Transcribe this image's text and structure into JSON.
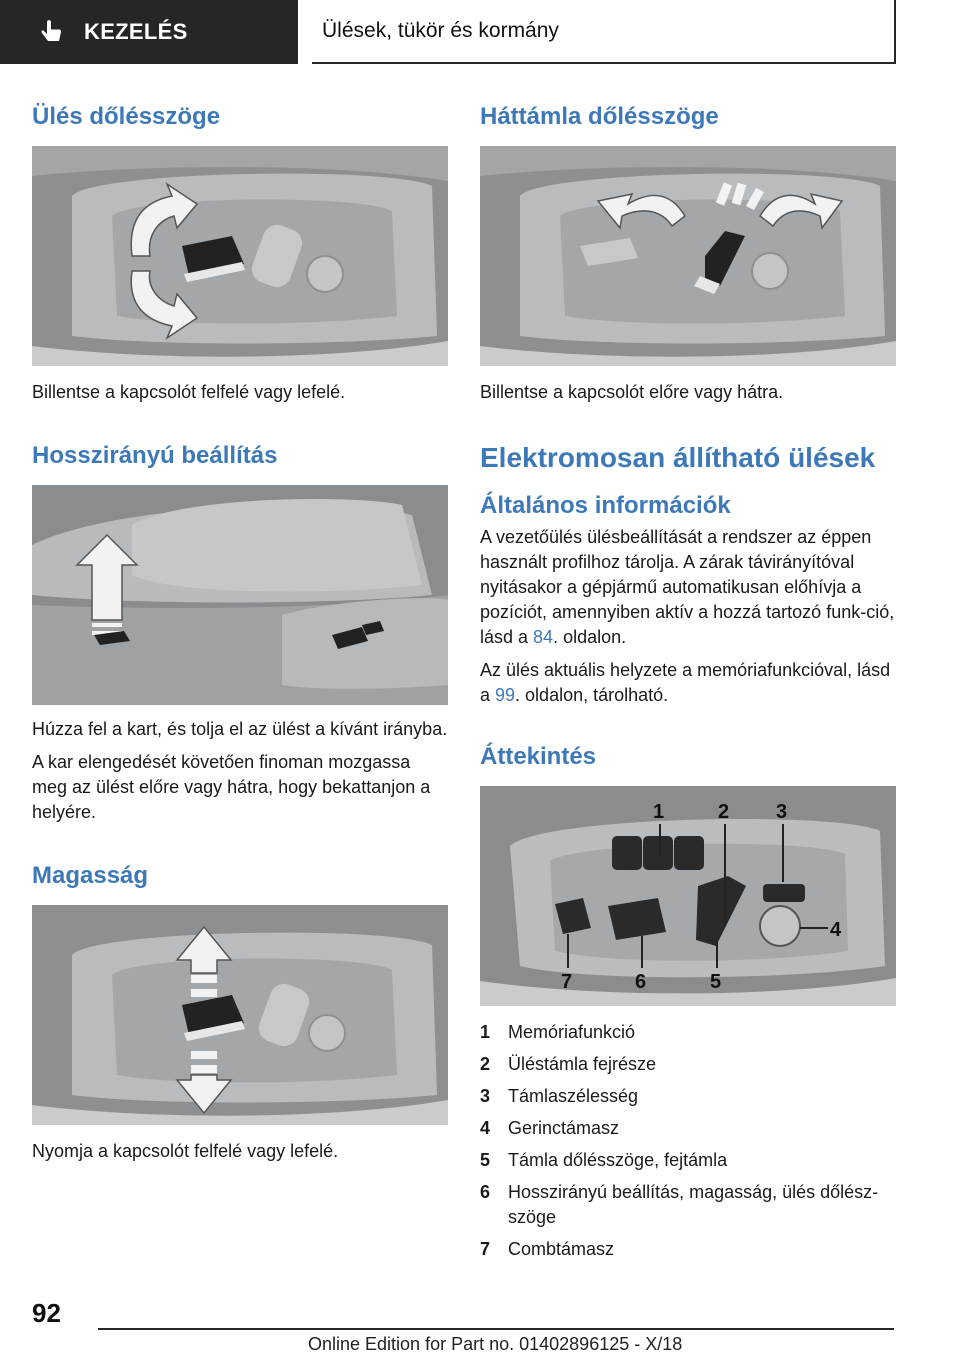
{
  "header": {
    "section": "KEZELÉS",
    "title": "Ülések, tükör és kormány",
    "icon": "hand-pointer-icon"
  },
  "left": {
    "tilt": {
      "heading": "Ülés dőlésszöge",
      "caption": "Billentse a kapcsolót felfelé vagy lefelé."
    },
    "longitudinal": {
      "heading": "Hosszirányú beállítás",
      "p1": "Húzza fel a kart, és tolja el az ülést a kívánt irányba.",
      "p2": "A kar elengedését követően finoman mozgassa meg az ülést előre vagy hátra, hogy bekattanjon a helyére."
    },
    "height": {
      "heading": "Magasság",
      "caption": "Nyomja a kapcsolót felfelé vagy lefelé."
    }
  },
  "right": {
    "backrest": {
      "heading": "Háttámla dőlésszöge",
      "caption": "Billentse a kapcsolót előre vagy hátra."
    },
    "electric": {
      "heading": "Elektromosan állítható ülések",
      "general_heading": "Általános információk",
      "p1_before": "A vezetőülés ülésbeállítását a rendszer az éppen használt profilhoz tárolja. A zárak távirányítóval nyitásakor a gépjármű automatikusan előhívja a pozíciót, amennyiben aktív a hozzá tartozó funk-ció, lásd a ",
      "p1_link": "84",
      "p1_after": ". oldalon.",
      "p2_before": "Az ülés aktuális helyzete a memóriafunkcióval, lásd a ",
      "p2_link": "99",
      "p2_after": ". oldalon, tárolható.",
      "overview_heading": "Áttekintés",
      "callouts": [
        "1",
        "2",
        "3",
        "4",
        "5",
        "6",
        "7"
      ],
      "legend": [
        {
          "num": "1",
          "label": "Memóriafunkció"
        },
        {
          "num": "2",
          "label": "Üléstámla fejrésze"
        },
        {
          "num": "3",
          "label": "Támlaszélesség"
        },
        {
          "num": "4",
          "label": "Gerinctámasz"
        },
        {
          "num": "5",
          "label": "Támla dőlésszöge, fejtámla"
        },
        {
          "num": "6",
          "label": "Hosszirányú beállítás, magasság, ülés dőlész-szöge"
        },
        {
          "num": "7",
          "label": "Combtámasz"
        }
      ]
    }
  },
  "footer": {
    "page_number": "92",
    "edition": "Online Edition for Part no. 01402896125 - X/18"
  }
}
